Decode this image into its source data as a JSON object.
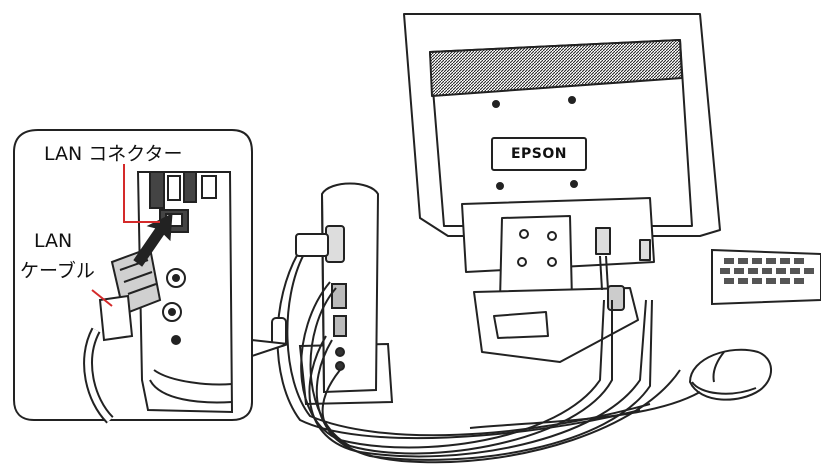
{
  "callouts": {
    "connector_label": "LAN コネクター",
    "cable_label_line1": "LAN",
    "cable_label_line2": "ケーブル"
  },
  "monitor": {
    "brand_label": "EPSON"
  },
  "colors": {
    "callout_leader": "#d42a2a",
    "line": "#222222",
    "panel_bg": "#ffffff",
    "shade": "#c8c8c8",
    "dark": "#444444"
  }
}
